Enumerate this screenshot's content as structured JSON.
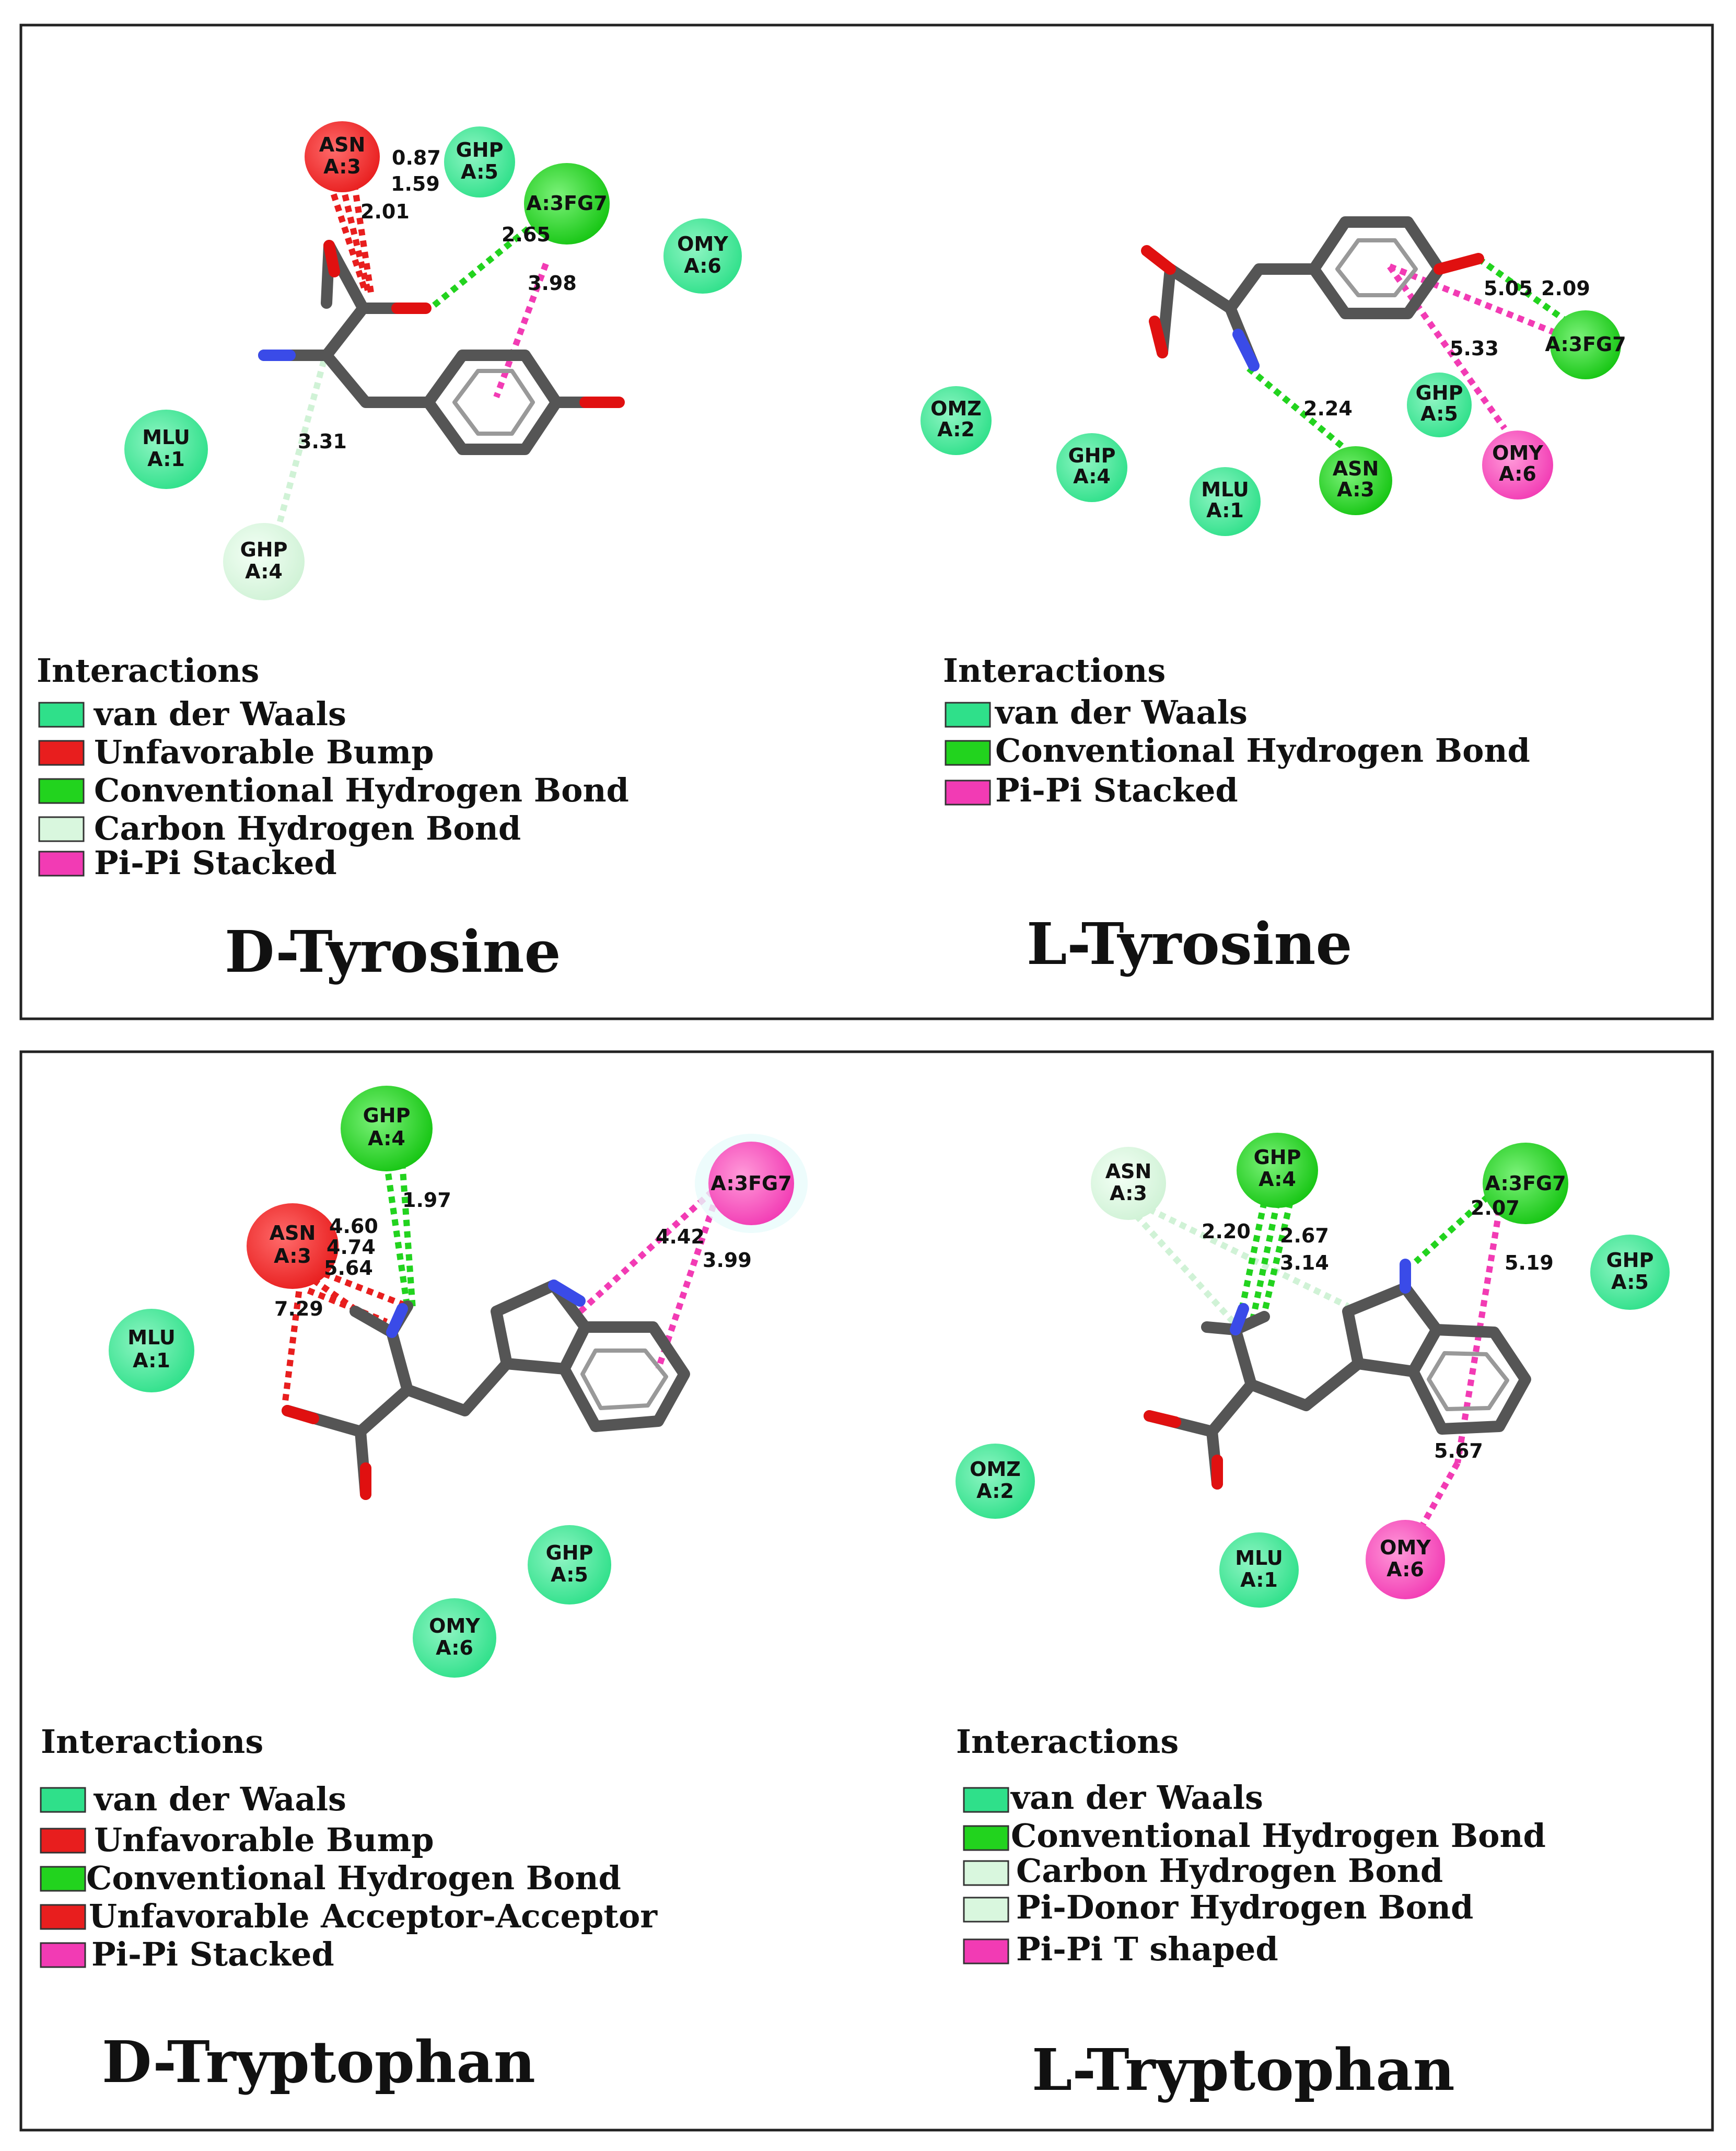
{
  "colors": {
    "vdw": "#2fe08a",
    "bump": "#e81e1e",
    "hbond": "#22d31e",
    "carbon_hbond": "#d9f7de",
    "pi_stack": "#f23bb4",
    "bond": "#555555",
    "oxygen": "#e01010",
    "nitrogen": "#3a4be8"
  },
  "panels": [
    {
      "compound": "D-Tyrosine",
      "legend": {
        "title": "Interactions",
        "items": [
          {
            "label": "van der Waals",
            "type": "vdw"
          },
          {
            "label": "Unfavorable Bump",
            "type": "bump"
          },
          {
            "label": "Conventional Hydrogen Bond",
            "type": "hbond"
          },
          {
            "label": "Carbon Hydrogen Bond",
            "type": "carbon_hbond"
          },
          {
            "label": "Pi-Pi Stacked",
            "type": "pi_stack"
          }
        ]
      },
      "residues": [
        {
          "l1": "ASN",
          "l2": "A:3",
          "type": "bump"
        },
        {
          "l1": "GHP",
          "l2": "A:5",
          "type": "vdw"
        },
        {
          "l1": "",
          "l2": "A:3FG7",
          "type": "hbond"
        },
        {
          "l1": "OMY",
          "l2": "A:6",
          "type": "vdw"
        },
        {
          "l1": "MLU",
          "l2": "A:1",
          "type": "vdw"
        },
        {
          "l1": "GHP",
          "l2": "A:4",
          "type": "carbon_hbond"
        }
      ],
      "distances": [
        "0.87",
        "1.59",
        "2.01",
        "2.65",
        "3.98",
        "3.31"
      ]
    },
    {
      "compound": "L-Tyrosine",
      "legend": {
        "title": "Interactions",
        "items": [
          {
            "label": "van der Waals",
            "type": "vdw"
          },
          {
            "label": "Conventional Hydrogen Bond",
            "type": "hbond"
          },
          {
            "label": "Pi-Pi Stacked",
            "type": "pi_stack"
          }
        ]
      },
      "residues": [
        {
          "l1": "",
          "l2": "A:3FG7",
          "type": "hbond"
        },
        {
          "l1": "GHP",
          "l2": "A:5",
          "type": "vdw"
        },
        {
          "l1": "OMY",
          "l2": "A:6",
          "type": "pi_stack"
        },
        {
          "l1": "ASN",
          "l2": "A:3",
          "type": "hbond"
        },
        {
          "l1": "OMZ",
          "l2": "A:2",
          "type": "vdw"
        },
        {
          "l1": "GHP",
          "l2": "A:4",
          "type": "vdw"
        },
        {
          "l1": "MLU",
          "l2": "A:1",
          "type": "vdw"
        }
      ],
      "distances": [
        "5.05",
        "2.09",
        "5.33",
        "2.24"
      ]
    },
    {
      "compound": "D-Tryptophan",
      "legend": {
        "title": "Interactions",
        "items": [
          {
            "label": "van der Waals",
            "type": "vdw"
          },
          {
            "label": "Unfavorable Bump",
            "type": "bump"
          },
          {
            "label": "Conventional Hydrogen Bond",
            "type": "hbond"
          },
          {
            "label": "Unfavorable Acceptor-Acceptor",
            "type": "bump"
          },
          {
            "label": "Pi-Pi Stacked",
            "type": "pi_stack"
          }
        ]
      },
      "residues": [
        {
          "l1": "GHP",
          "l2": "A:4",
          "type": "hbond"
        },
        {
          "l1": "",
          "l2": "A:3FG7",
          "type": "pi_stack"
        },
        {
          "l1": "ASN",
          "l2": "A:3",
          "type": "bump"
        },
        {
          "l1": "MLU",
          "l2": "A:1",
          "type": "vdw"
        },
        {
          "l1": "GHP",
          "l2": "A:5",
          "type": "vdw"
        },
        {
          "l1": "OMY",
          "l2": "A:6",
          "type": "vdw"
        }
      ],
      "distances": [
        "1.97",
        "4.60",
        "4.74",
        "5.64",
        "7.29",
        "4.42",
        "3.99"
      ]
    },
    {
      "compound": "L-Tryptophan",
      "legend": {
        "title": "Interactions",
        "items": [
          {
            "label": "van der Waals",
            "type": "vdw"
          },
          {
            "label": "Conventional Hydrogen Bond",
            "type": "hbond"
          },
          {
            "label": "Carbon Hydrogen Bond",
            "type": "carbon_hbond"
          },
          {
            "label": "Pi-Donor Hydrogen Bond",
            "type": "carbon_hbond"
          },
          {
            "label": "Pi-Pi T shaped",
            "type": "pi_stack"
          }
        ]
      },
      "residues": [
        {
          "l1": "ASN",
          "l2": "A:3",
          "type": "carbon_hbond"
        },
        {
          "l1": "GHP",
          "l2": "A:4",
          "type": "hbond"
        },
        {
          "l1": "",
          "l2": "A:3FG7",
          "type": "hbond"
        },
        {
          "l1": "GHP",
          "l2": "A:5",
          "type": "vdw"
        },
        {
          "l1": "OMZ",
          "l2": "A:2",
          "type": "vdw"
        },
        {
          "l1": "MLU",
          "l2": "A:1",
          "type": "vdw"
        },
        {
          "l1": "OMY",
          "l2": "A:6",
          "type": "pi_stack"
        }
      ],
      "distances": [
        "2.20",
        "2.67",
        "3.14",
        "2.07",
        "5.19",
        "5.67"
      ]
    }
  ]
}
